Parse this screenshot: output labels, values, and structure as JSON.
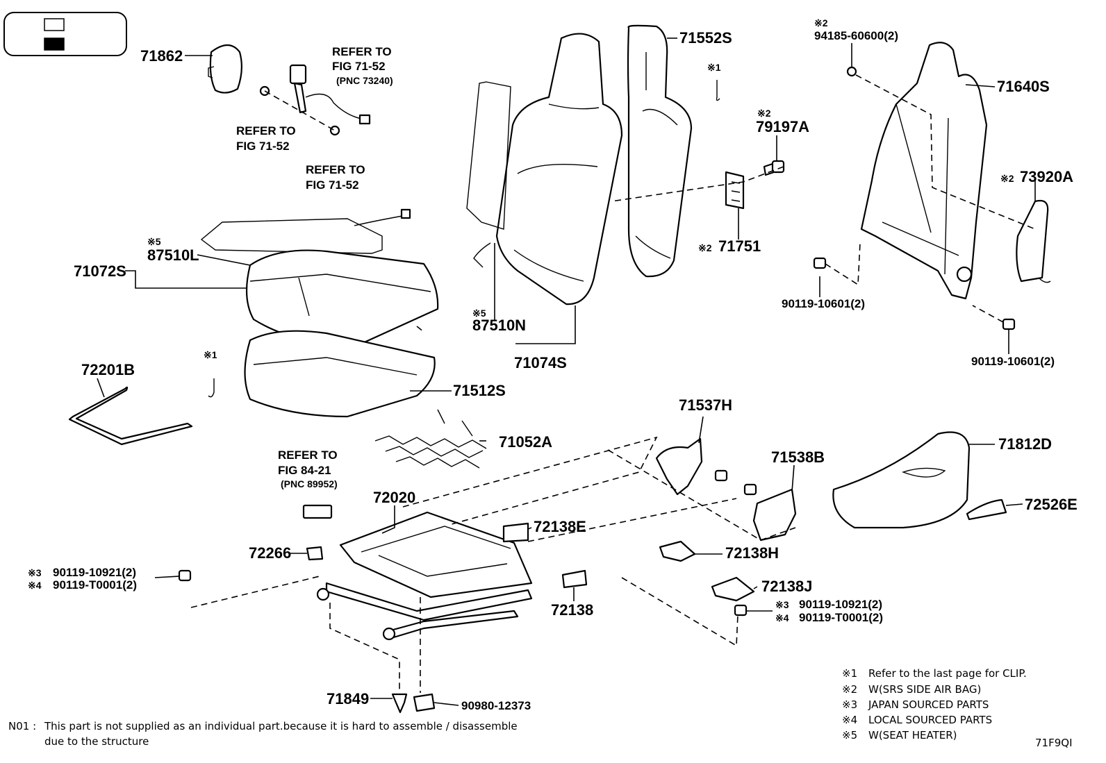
{
  "part_numbers": {
    "p71862": "71862",
    "p71552S": "71552S",
    "p71640S": "71640S",
    "p79197A": "79197A",
    "p94185": "94185-60600(2)",
    "p71751": "71751",
    "p73920A": "73920A",
    "p87510L": "87510L",
    "p71072S": "71072S",
    "p87510N": "87510N",
    "p71074S": "71074S",
    "p90119_10601_a": "90119-10601(2)",
    "p90119_10601_b": "90119-10601(2)",
    "p72201B": "72201B",
    "p71512S": "71512S",
    "p71052A": "71052A",
    "p71537H": "71537H",
    "p71538B": "71538B",
    "p71812D": "71812D",
    "p72526E": "72526E",
    "p72020": "72020",
    "p72138E": "72138E",
    "p72266": "72266",
    "p72138H": "72138H",
    "p72138J": "72138J",
    "p72138": "72138",
    "p90119_10921_l": "90119-10921(2)",
    "p90119_T0001_l": "90119-T0001(2)",
    "p90119_10921_r": "90119-10921(2)",
    "p90119_T0001_r": "90119-T0001(2)",
    "p71849": "71849",
    "p90980": "90980-12373"
  },
  "notes": {
    "refer_to": "REFER TO",
    "fig_71_52": "FIG 71-52",
    "pnc_73240": "(PNC 73240)",
    "fig_84_21": "FIG 84-21",
    "pnc_89952": "(PNC 89952)",
    "m1": "※1",
    "m2": "※2",
    "m3": "※3",
    "m4": "※4",
    "m5": "※5"
  },
  "legend": [
    {
      "mark": "※1",
      "text": "Refer to the last page for CLIP."
    },
    {
      "mark": "※2",
      "text": "W(SRS SIDE AIR BAG)"
    },
    {
      "mark": "※3",
      "text": "JAPAN SOURCED PARTS"
    },
    {
      "mark": "※4",
      "text": "LOCAL SOURCED PARTS"
    },
    {
      "mark": "※5",
      "text": "W(SEAT HEATER)"
    }
  ],
  "footnote": {
    "code": "N01 :",
    "line1": "This part is not supplied as an individual part.because it is hard to assemble / disassemble",
    "line2": "due to the structure"
  },
  "figure_code": "71F9QI"
}
